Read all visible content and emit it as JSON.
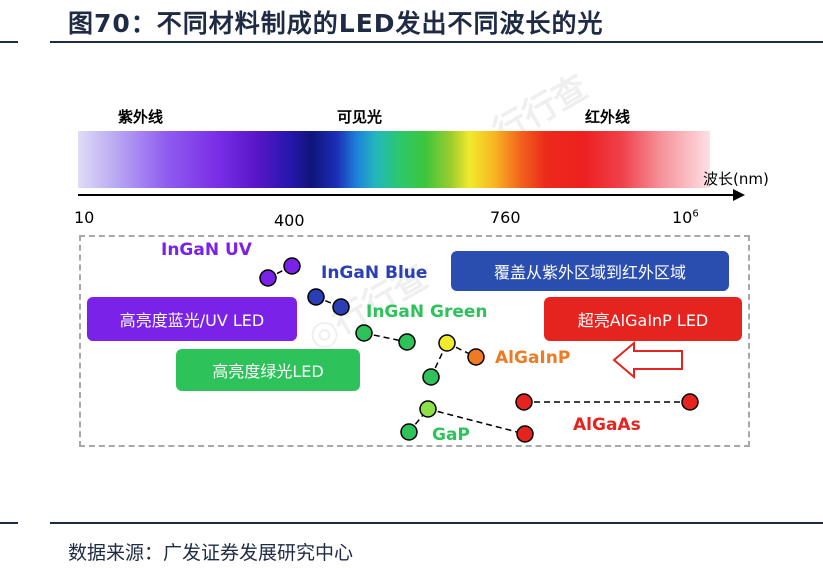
{
  "title": "图70：不同材料制成的LED发出不同波长的光",
  "source": "数据来源：广发证券发展研究中心",
  "regions": {
    "uv": "紫外线",
    "visible": "可见光",
    "ir": "红外线"
  },
  "axis": {
    "name": "波长(nm)",
    "ticks": {
      "t10": "10",
      "t400": "400",
      "t760": "760",
      "t1e6_base": "10",
      "t1e6_exp": "6"
    }
  },
  "labels": {
    "ingan_uv": "InGaN UV",
    "ingan_blue": "InGaN Blue",
    "ingan_green": "InGaN Green",
    "algainp": "AlGaInP",
    "algaas": "AlGaAs",
    "gap": "GaP"
  },
  "callouts": {
    "uv_led": "高亮度蓝光/UV LED",
    "green_led": "高亮度绿光LED",
    "coverage": "覆盖从紫外区域到红外区域",
    "algainp_led": "超亮AlGaInP LED"
  },
  "colors": {
    "title": "#1f2a44",
    "uv": "#7a22e8",
    "blue": "#2a3fb5",
    "green": "#2ec25a",
    "orange": "#f07a22",
    "red": "#e52420",
    "coverage": "#2a4db0"
  }
}
